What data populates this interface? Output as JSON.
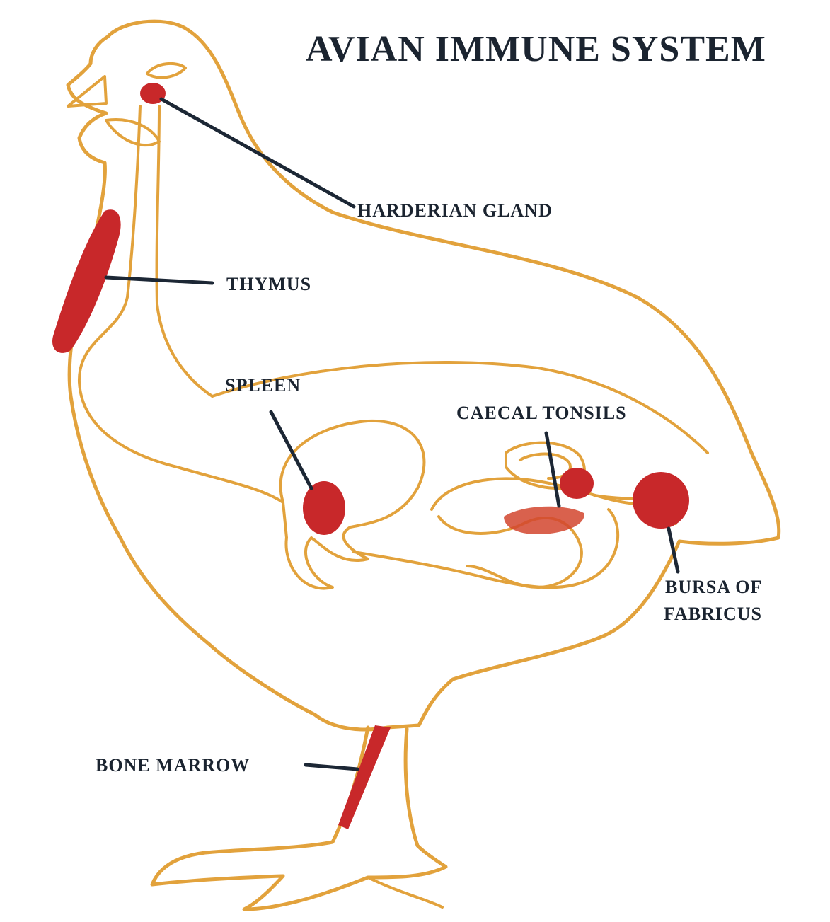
{
  "diagram": {
    "title": "AVIAN IMMUNE SYSTEM",
    "labels": {
      "harderian_gland": "HARDERIAN GLAND",
      "thymus": "THYMUS",
      "spleen": "SPLEEN",
      "caecal_tonsils": "CAECAL TONSILS",
      "bursa_line1": "BURSA OF",
      "bursa_line2": "FABRICUS",
      "bone_marrow": "BONE MARROW"
    },
    "colors": {
      "outline": "#e2a23c",
      "organ": "#c8282a",
      "leader": "#1c2735",
      "text": "#1b2430"
    }
  }
}
